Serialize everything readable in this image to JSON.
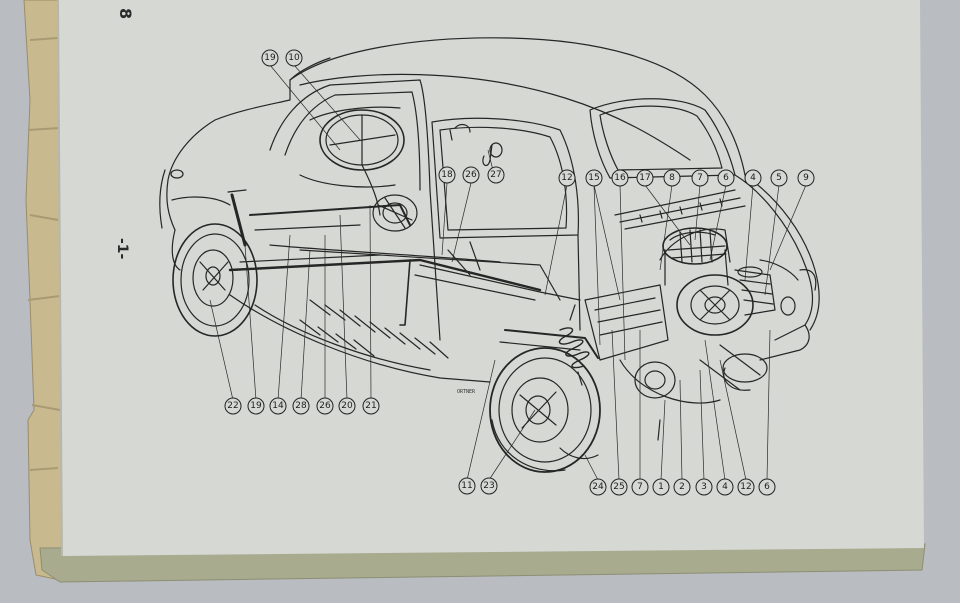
{
  "page": {
    "page_number": "-1-",
    "corner_number": "8",
    "artist_signature": "ORTNER"
  },
  "callouts_top": [
    "19",
    "10",
    "18",
    "26",
    "27",
    "12",
    "15",
    "16",
    "17",
    "8",
    "7",
    "6",
    "4",
    "5",
    "9"
  ],
  "callouts_bottom": [
    "22",
    "19",
    "14",
    "28",
    "26",
    "20",
    "21",
    "11",
    "23",
    "24",
    "25",
    "7",
    "1",
    "2",
    "3",
    "4",
    "12",
    "6"
  ],
  "colors": {
    "paper": "#d6d8d4",
    "binding": "#c2b48a",
    "ink": "#1e1e1e",
    "background": "#b9bcc0"
  }
}
